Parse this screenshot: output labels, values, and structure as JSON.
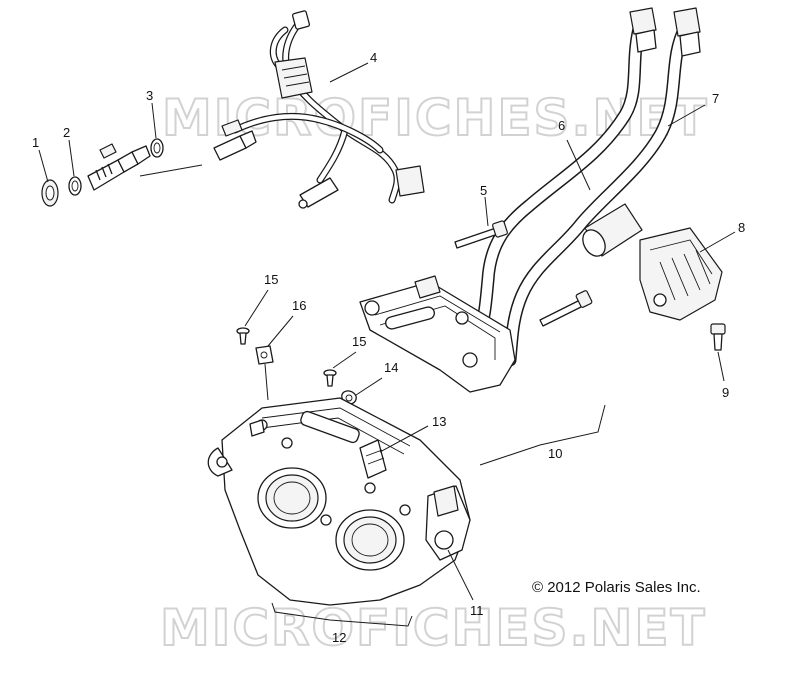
{
  "watermark": {
    "top": "MICROFICHES.NET",
    "bottom": "MICROFICHES.NET"
  },
  "copyright": "© 2012 Polaris Sales Inc.",
  "callouts": {
    "c1": "1",
    "c2": "2",
    "c3": "3",
    "c4": "4",
    "c5": "5",
    "c6": "6",
    "c7": "7",
    "c8": "8",
    "c9": "9",
    "c10": "10",
    "c11": "11",
    "c12": "12",
    "c13": "13",
    "c14": "14",
    "c15a": "15",
    "c15b": "15",
    "c16": "16"
  }
}
